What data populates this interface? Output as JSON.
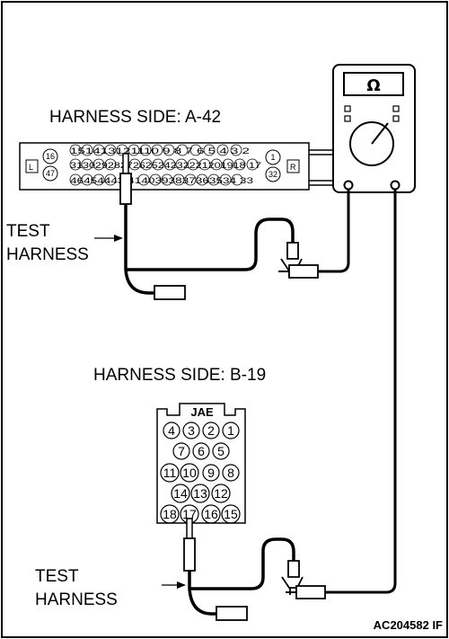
{
  "connector_a": {
    "title": "HARNESS SIDE: A-42",
    "left_tag": "L",
    "right_tag": "R",
    "left_pins": [
      "16",
      "47"
    ],
    "right_pins": [
      "1",
      "32"
    ],
    "row_top": "151413121110 9 8 7 6 5 4 3 2",
    "row_mid": "3130292827262524232221201918 17",
    "row_bot": "46454443 4140393837363534 33"
  },
  "connector_b": {
    "title": "HARNESS SIDE: B-19",
    "maker": "JAE",
    "rows": [
      [
        "4",
        "3",
        "2",
        "1"
      ],
      [
        "7",
        "6",
        "5"
      ],
      [
        "11",
        "10",
        "9",
        "8"
      ],
      [
        "14",
        "13",
        "12"
      ],
      [
        "18",
        "17",
        "16",
        "15"
      ]
    ]
  },
  "meter": {
    "symbol": "Ω"
  },
  "test_harness_top": {
    "line1": "TEST",
    "line2": "HARNESS"
  },
  "test_harness_bottom": {
    "line1": "TEST",
    "line2": "HARNESS"
  },
  "figure_id": "AC204582 IF"
}
